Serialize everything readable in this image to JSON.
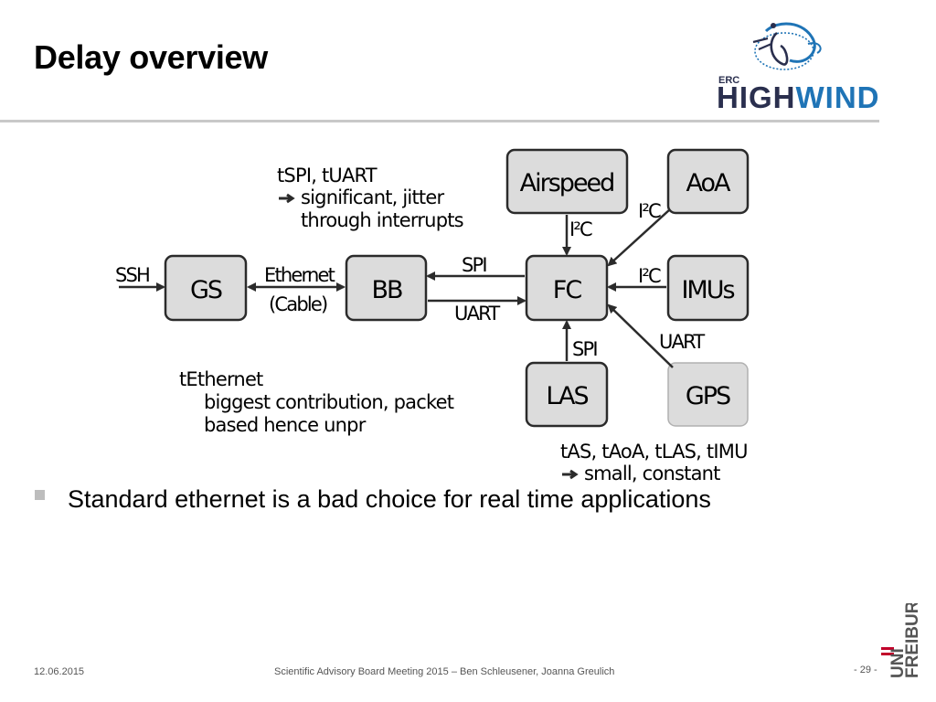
{
  "slide": {
    "title": "Delay overview",
    "bullet": "Standard ethernet is a bad choice for real time applications"
  },
  "logo": {
    "erc": "ERC",
    "high": "HIGH",
    "wind": "WIND"
  },
  "diagram": {
    "boxes": {
      "gs": "GS",
      "bb": "BB",
      "fc": "FC",
      "airspeed": "Airspeed",
      "aoa": "AoA",
      "imus": "IMUs",
      "las": "LAS",
      "gps": "GPS"
    },
    "links": {
      "ssh": "SSH",
      "ethernet": "Ethernet",
      "cable": "(Cable)",
      "spi_top": "SPI",
      "uart_mid": "UART",
      "i2c_air": "I²C",
      "i2c_aoa": "I²C",
      "i2c_imu": "I²C",
      "spi_las": "SPI",
      "uart_gps": "UART"
    },
    "notes": {
      "spi_uart_vars": "tSPI, tUART",
      "spi_uart_line1": "significant, jitter",
      "spi_uart_line2": "through interrupts",
      "ethernet_var": "tEthernet",
      "ethernet_line1": "biggest contribution, packet",
      "ethernet_line2": "based hence unpr",
      "sensor_vars": "tAS, tAoA, tLAS, tIMU",
      "sensor_line1": "small, constant"
    }
  },
  "footer": {
    "date": "12.06.2015",
    "center": "Scientific Advisory Board Meeting 2015 – Ben Schleusener, Joanna Greulich",
    "page": "- 29 -",
    "uni_line1": "UNI",
    "uni_line2": "FREIBURG"
  },
  "colors": {
    "box_fill": "#dcdcdc",
    "box_stroke": "#2b2b2b",
    "rule": "#c8c8c8",
    "brand_blue": "#1f74b6",
    "brand_dark": "#2a2f4e",
    "uni_red": "#c1002a"
  }
}
